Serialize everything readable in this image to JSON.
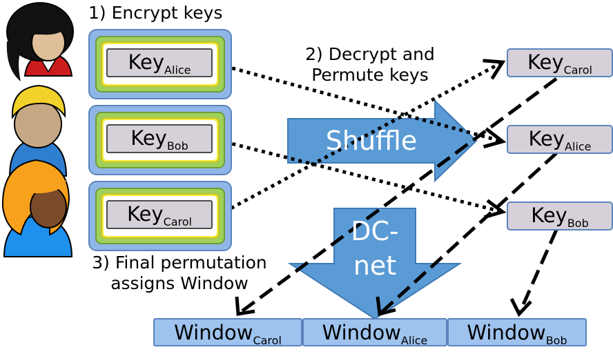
{
  "steps": {
    "encrypt": "1) Encrypt keys",
    "decrypt_line1": "2) Decrypt and",
    "decrypt_line2": "Permute keys",
    "final_line1": "3) Final permutation",
    "final_line2": "assigns Window"
  },
  "shuffle_label": "Shuffle",
  "dcnet_line1": "DC-",
  "dcnet_line2": "net",
  "key_prefix": "Key",
  "window_prefix": "Window",
  "users": [
    "Alice",
    "Bob",
    "Carol"
  ],
  "encrypted_keys": [
    "Alice",
    "Bob",
    "Carol"
  ],
  "permuted_keys": [
    "Carol",
    "Alice",
    "Bob"
  ],
  "windows": [
    "Carol",
    "Alice",
    "Bob"
  ],
  "colors": {
    "outer_layer": "#8fb6e6",
    "green_layer": "#9fd159",
    "yellow_layer": "#f4ee3c",
    "key_fill": "#d6d1d8",
    "window_fill": "#9ec3ee",
    "big_arrow": "#5b9bd5"
  },
  "icons": [
    "user-black-hair-red-shirt-icon",
    "user-blonde-hair-blue-shirt-icon",
    "user-orange-hair-blue-shirt-icon"
  ]
}
